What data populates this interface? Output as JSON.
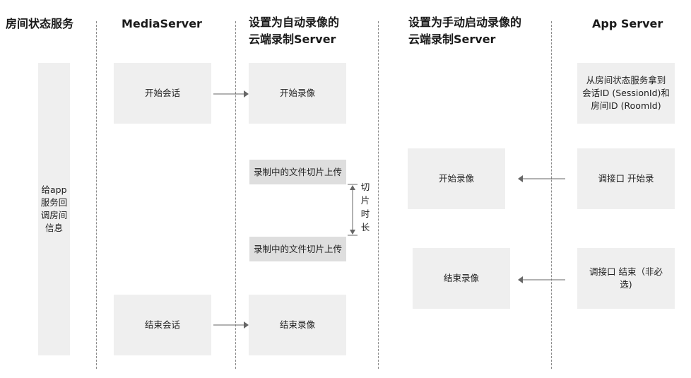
{
  "headers": {
    "room": "房间状态服务",
    "media": "MediaServer",
    "auto_line1": "设置为自动录像的",
    "auto_line2": "云端录制Server",
    "manual_line1": "设置为手动启动录像的",
    "manual_line2": "云端录制Server",
    "app": "App Server"
  },
  "room_callback": [
    "给app",
    "服务回",
    "调房间",
    "信息"
  ],
  "media_boxes": {
    "start_session": "开始会话",
    "end_session": "结束会话"
  },
  "auto_boxes": {
    "start_record": "开始录像",
    "upload_1": "录制中的文件切片上传",
    "upload_2": "录制中的文件切片上传",
    "end_record": "结束录像",
    "slice_duration": [
      "切",
      "片",
      "时",
      "长"
    ]
  },
  "manual_boxes": {
    "start_record": "开始录像",
    "end_record": "结束录像"
  },
  "app_boxes": {
    "fetch": [
      "从房间状态服务拿到",
      "会话ID (SessionId)和",
      "房间ID (RoomId)"
    ],
    "call_start": "调接口 开始录",
    "call_end": [
      "调接口 结束（非必",
      "选)"
    ]
  },
  "colors": {
    "box": "#efefef",
    "box_dark": "#dedede",
    "arrow": "#666666",
    "divider": "#8a8a8a"
  }
}
